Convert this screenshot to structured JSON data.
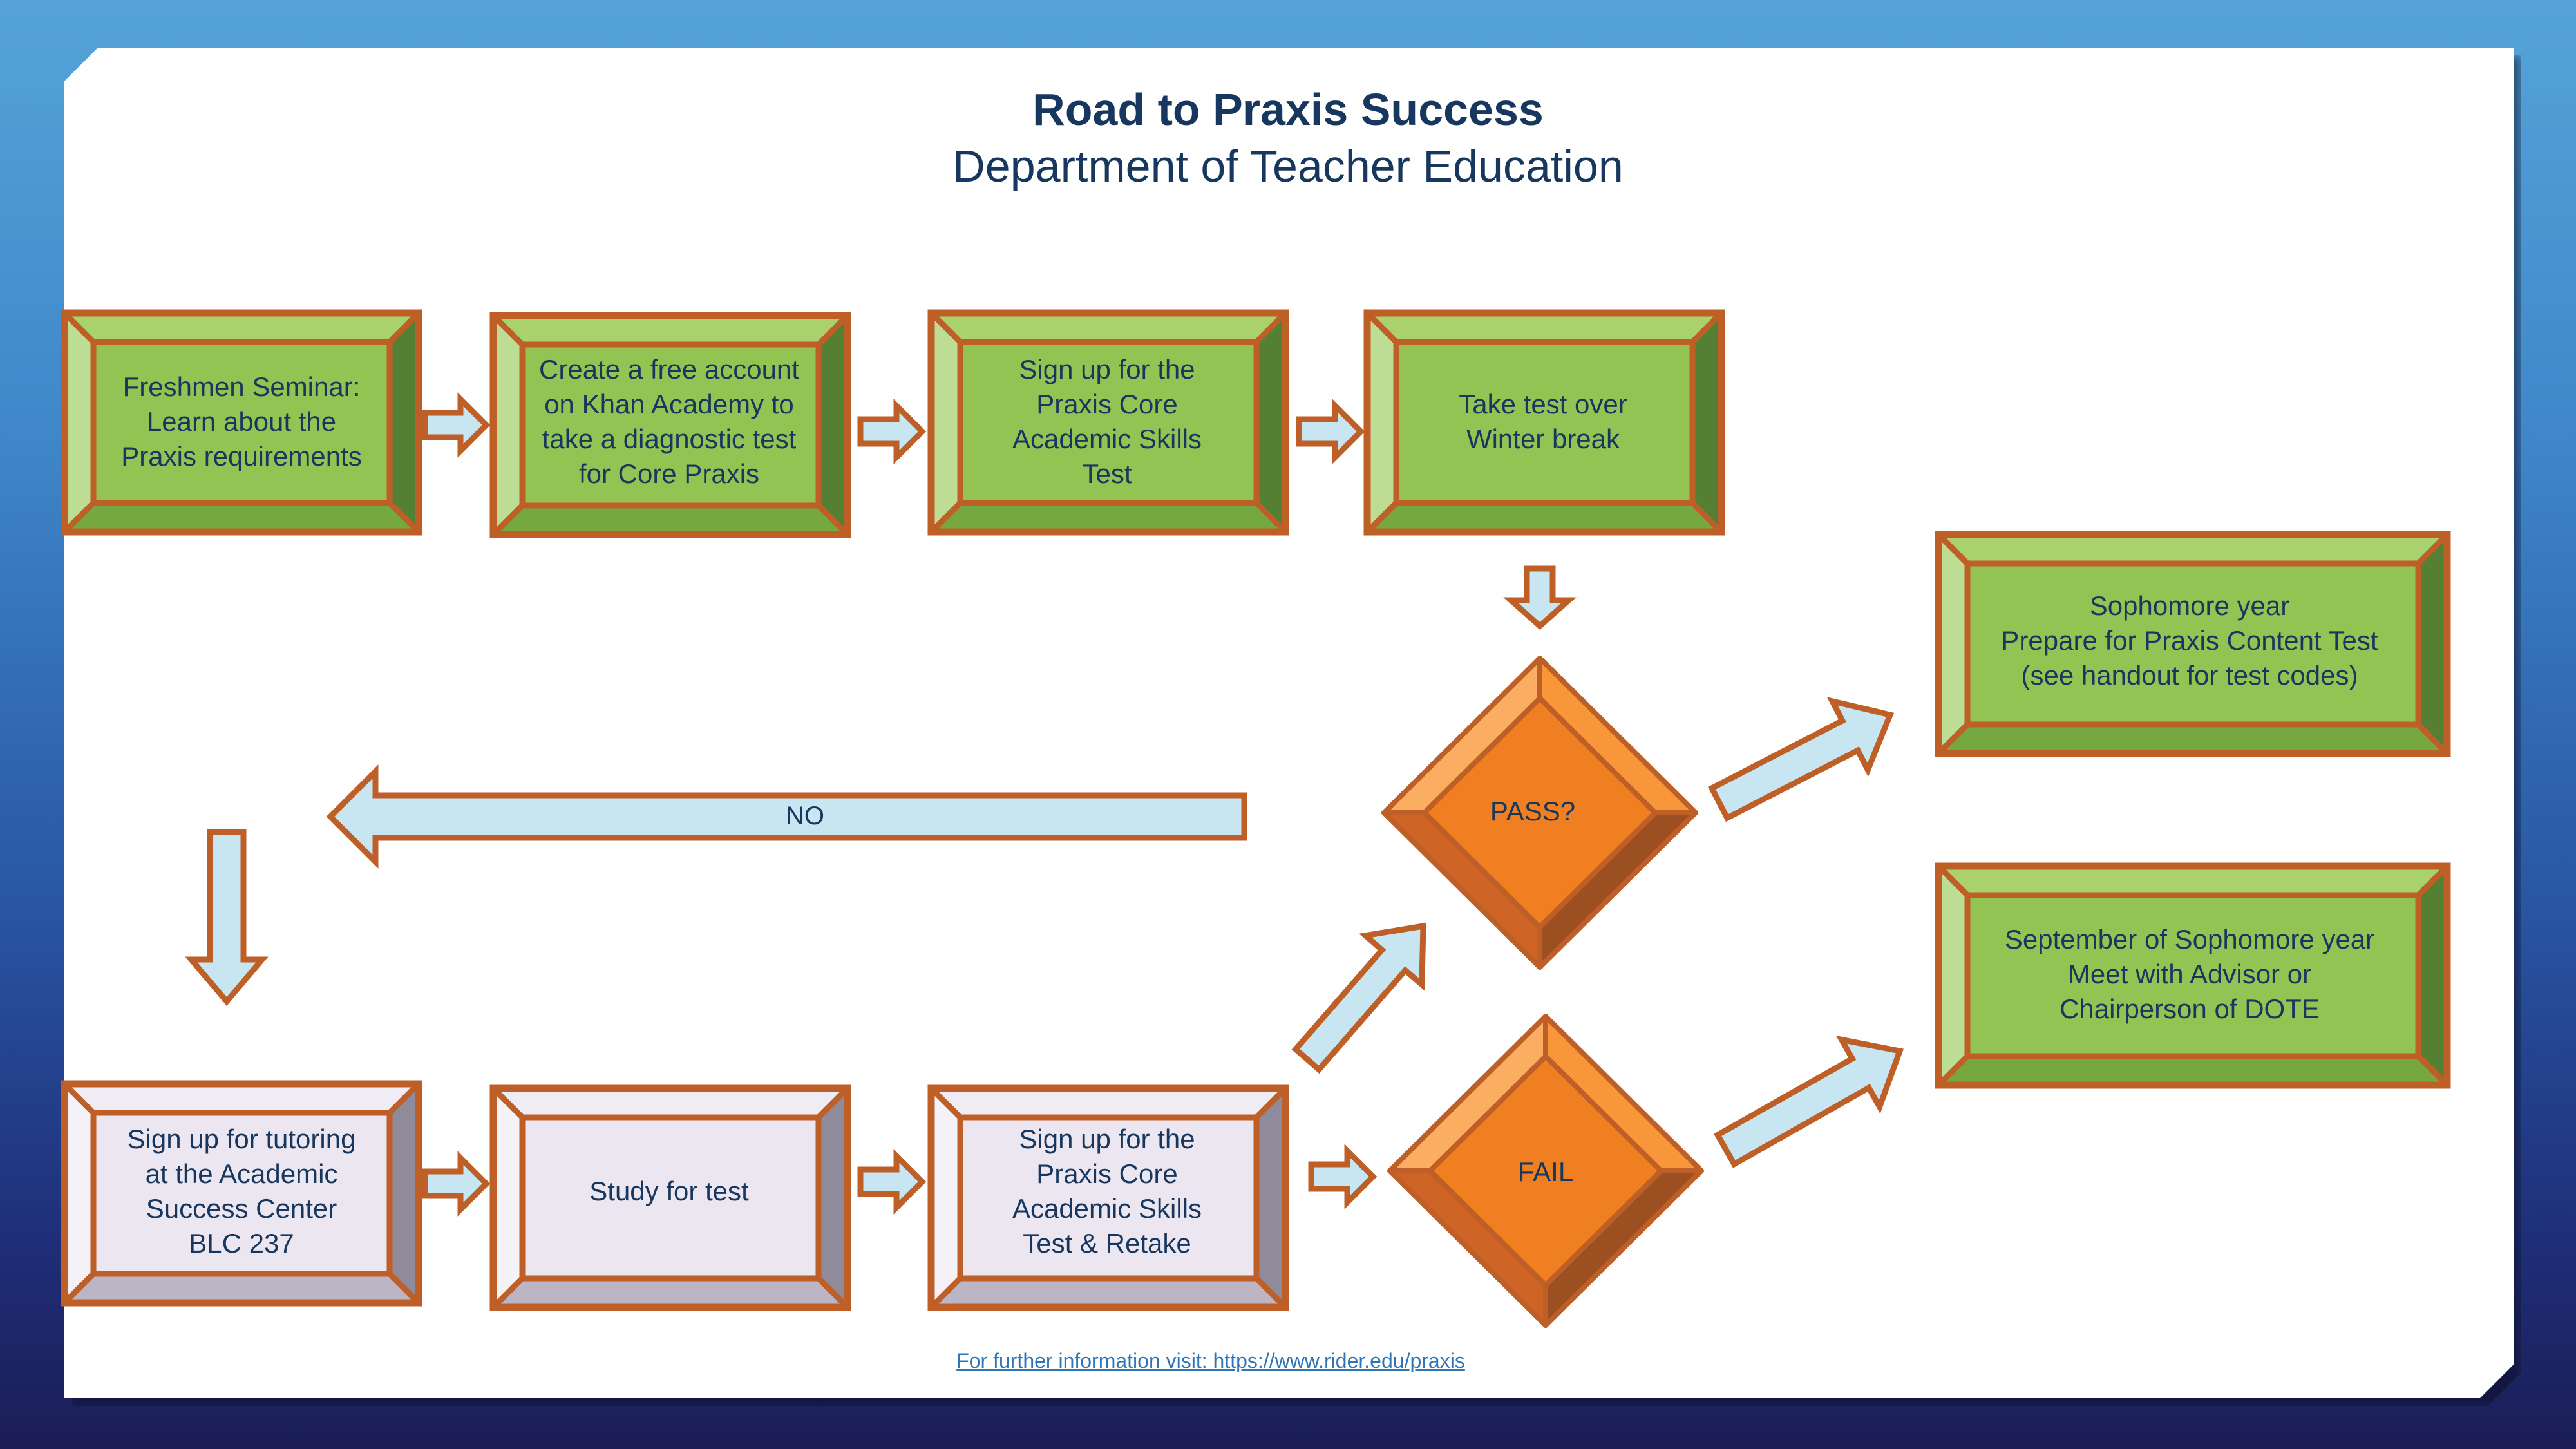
{
  "header": {
    "title": "Road to Praxis Success",
    "subtitle": "Department of Teacher Education"
  },
  "colors": {
    "green_box": "#92c353",
    "lavender_box": "#ebe6f0",
    "orange_decision": "#f07f22",
    "arrow_fill": "#c8e6f2",
    "outline": "#be5f28",
    "text": "#17375e",
    "link": "#2e75b6"
  },
  "top_row": [
    {
      "text": "Freshmen Seminar:\nLearn about the\nPraxis requirements"
    },
    {
      "text": "Create a free account\non Khan Academy to\ntake a diagnostic test\nfor Core Praxis"
    },
    {
      "text": "Sign up for the\nPraxis Core\nAcademic Skills\nTest"
    },
    {
      "text": "Take test over\nWinter break"
    }
  ],
  "bottom_row": [
    {
      "text": "Sign up for tutoring\nat the Academic\nSuccess Center\nBLC 237"
    },
    {
      "text": "Study for test"
    },
    {
      "text": "Sign up for the\nPraxis Core\nAcademic Skills\nTest & Retake"
    }
  ],
  "decisions": {
    "pass": "PASS?",
    "fail": "FAIL"
  },
  "outcomes": [
    {
      "text": "Sophomore year\nPrepare for Praxis Content Test\n(see handout for test codes)"
    },
    {
      "text": "September of Sophomore year\nMeet with Advisor or\nChairperson of DOTE"
    }
  ],
  "arrows": {
    "no_label": "NO"
  },
  "footer": {
    "link_text": "For further information visit: https://www.rider.edu/praxis"
  }
}
